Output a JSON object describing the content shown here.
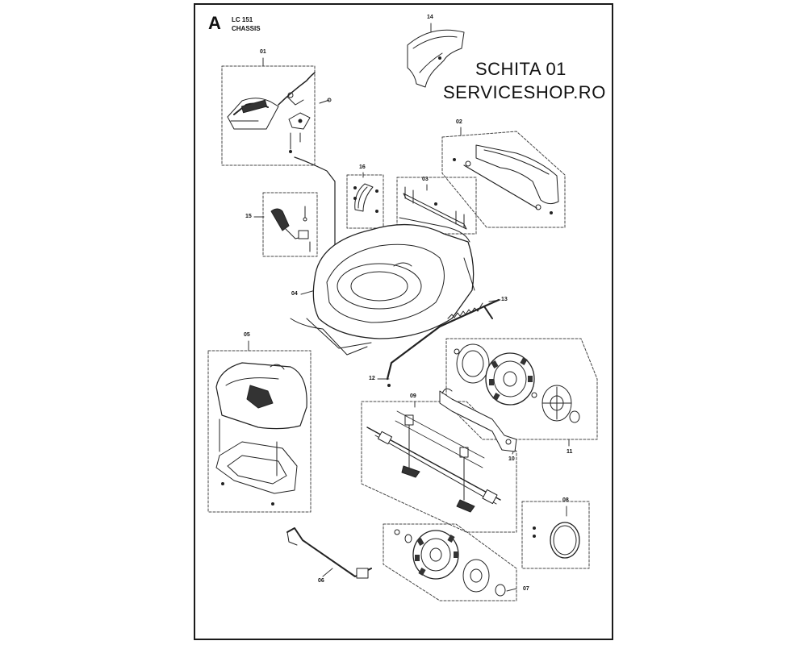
{
  "header": {
    "section_letter": "A",
    "model": "LC 151",
    "section_name": "CHASSIS"
  },
  "watermark": {
    "line1": "SCHITA 01",
    "line2": "SERVICESHOP.RO"
  },
  "callouts": {
    "c01": "01",
    "c02": "02",
    "c03": "03",
    "c04": "04",
    "c05": "05",
    "c06": "06",
    "c07": "07",
    "c08": "08",
    "c09": "09",
    "c10": "10",
    "c11": "11",
    "c12": "12",
    "c13": "13",
    "c14": "14",
    "c15": "15",
    "c16": "16"
  }
}
